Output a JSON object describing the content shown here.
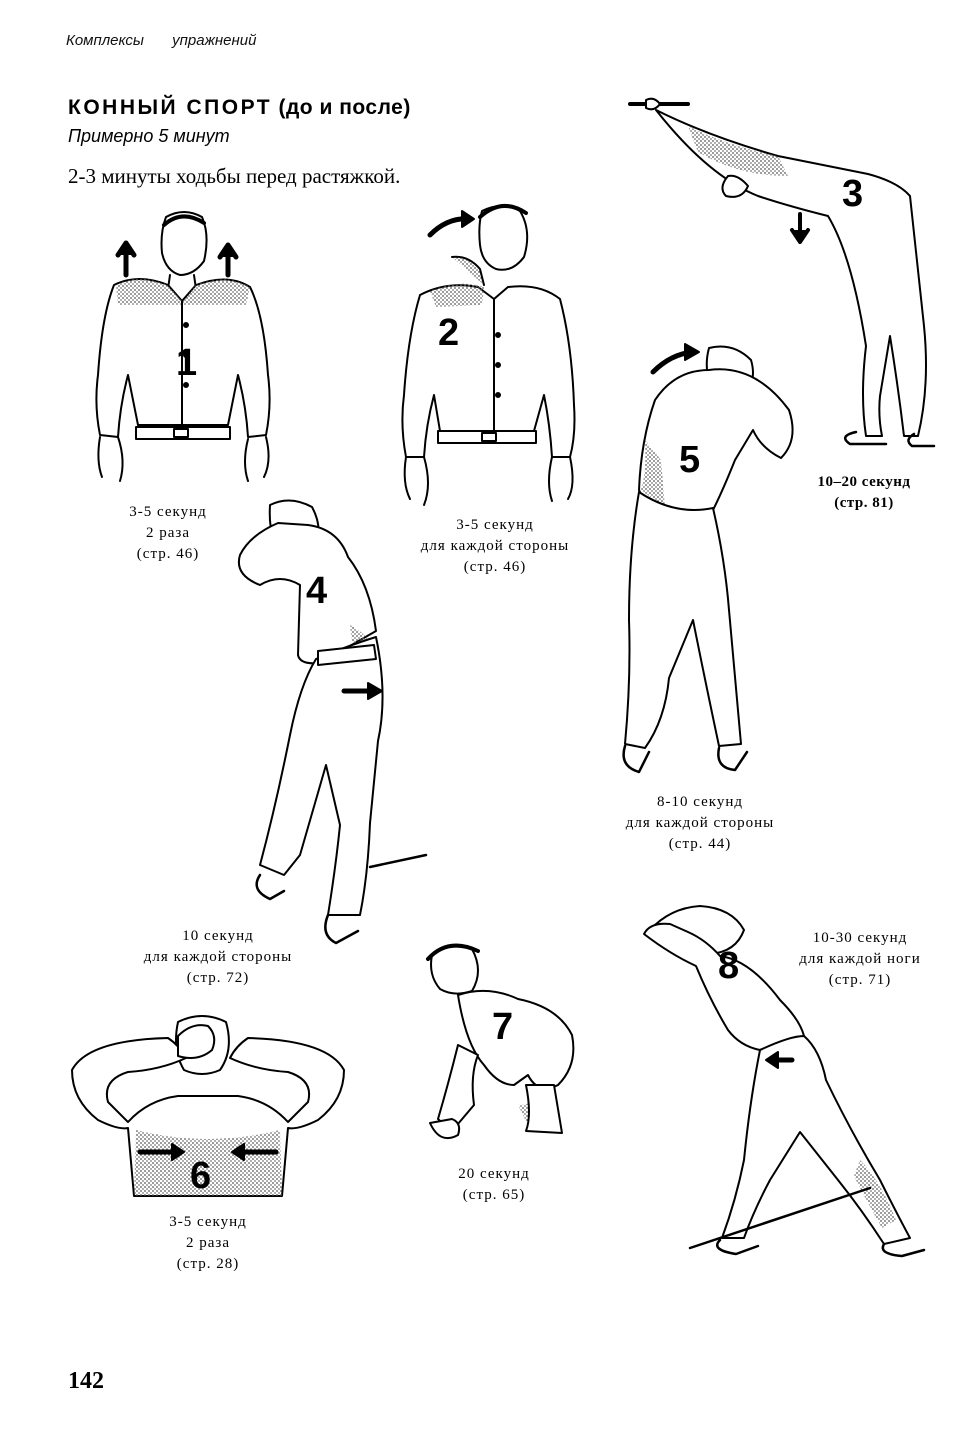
{
  "header": {
    "running_head": "Комплексы упражнений"
  },
  "section": {
    "title_main": "КОННЫЙ СПОРТ",
    "title_paren": "(до и после)",
    "subtitle": "Примерно 5 минут",
    "intro": "2-3 минуты ходьбы перед растяжкой."
  },
  "exercises": [
    {
      "number": "1",
      "caption": [
        "3-5 секунд",
        "2 раза",
        "(стр. 46)"
      ]
    },
    {
      "number": "2",
      "caption": [
        "3-5 секунд",
        "для каждой стороны",
        "(стр. 46)"
      ]
    },
    {
      "number": "3",
      "caption": [
        "10–20 секунд",
        "(стр. 81)"
      ]
    },
    {
      "number": "4",
      "caption": [
        "10 секунд",
        "для каждой стороны",
        "(стр. 72)"
      ]
    },
    {
      "number": "5",
      "caption": [
        "8-10 секунд",
        "для каждой стороны",
        "(стр. 44)"
      ]
    },
    {
      "number": "6",
      "caption": [
        "3-5 секунд",
        "2 раза",
        "(стр. 28)"
      ]
    },
    {
      "number": "7",
      "caption": [
        "20 секунд",
        "(стр. 65)"
      ]
    },
    {
      "number": "8",
      "caption": [
        "10-30 секунд",
        "для каждой ноги",
        "(стр. 71)"
      ]
    }
  ],
  "footer": {
    "page_number": "142"
  },
  "colors": {
    "ink": "#000000",
    "stipple": "#9a9a9a",
    "paper": "#ffffff"
  }
}
